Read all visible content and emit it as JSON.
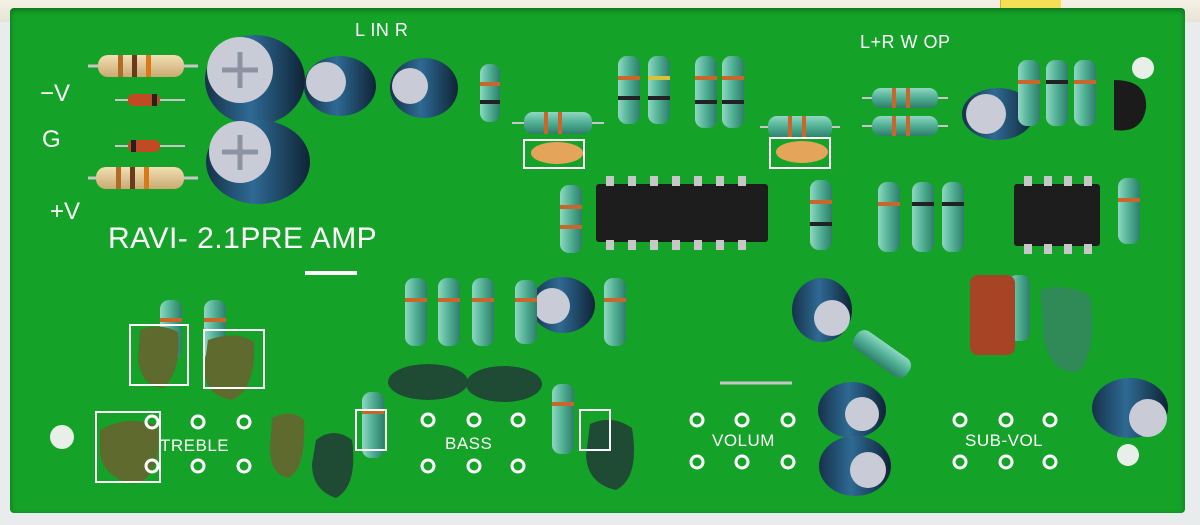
{
  "board": {
    "title": "RAVI- 2.1PRE AMP",
    "input_label": "L IN R",
    "output_label": "L+R  W  OP",
    "rails": {
      "neg": "−V",
      "gnd": "G",
      "pos": "+V"
    }
  },
  "pots": {
    "treble": "TREBLE",
    "bass": "BASS",
    "volume": "VOLUM",
    "sub_volume": "SUB-VOL"
  },
  "colors": {
    "pcb": "#14a328",
    "silkscreen": "#ffffff",
    "resistor_body": "#5fb9a0",
    "capacitor_body": "#1f4a6a"
  }
}
